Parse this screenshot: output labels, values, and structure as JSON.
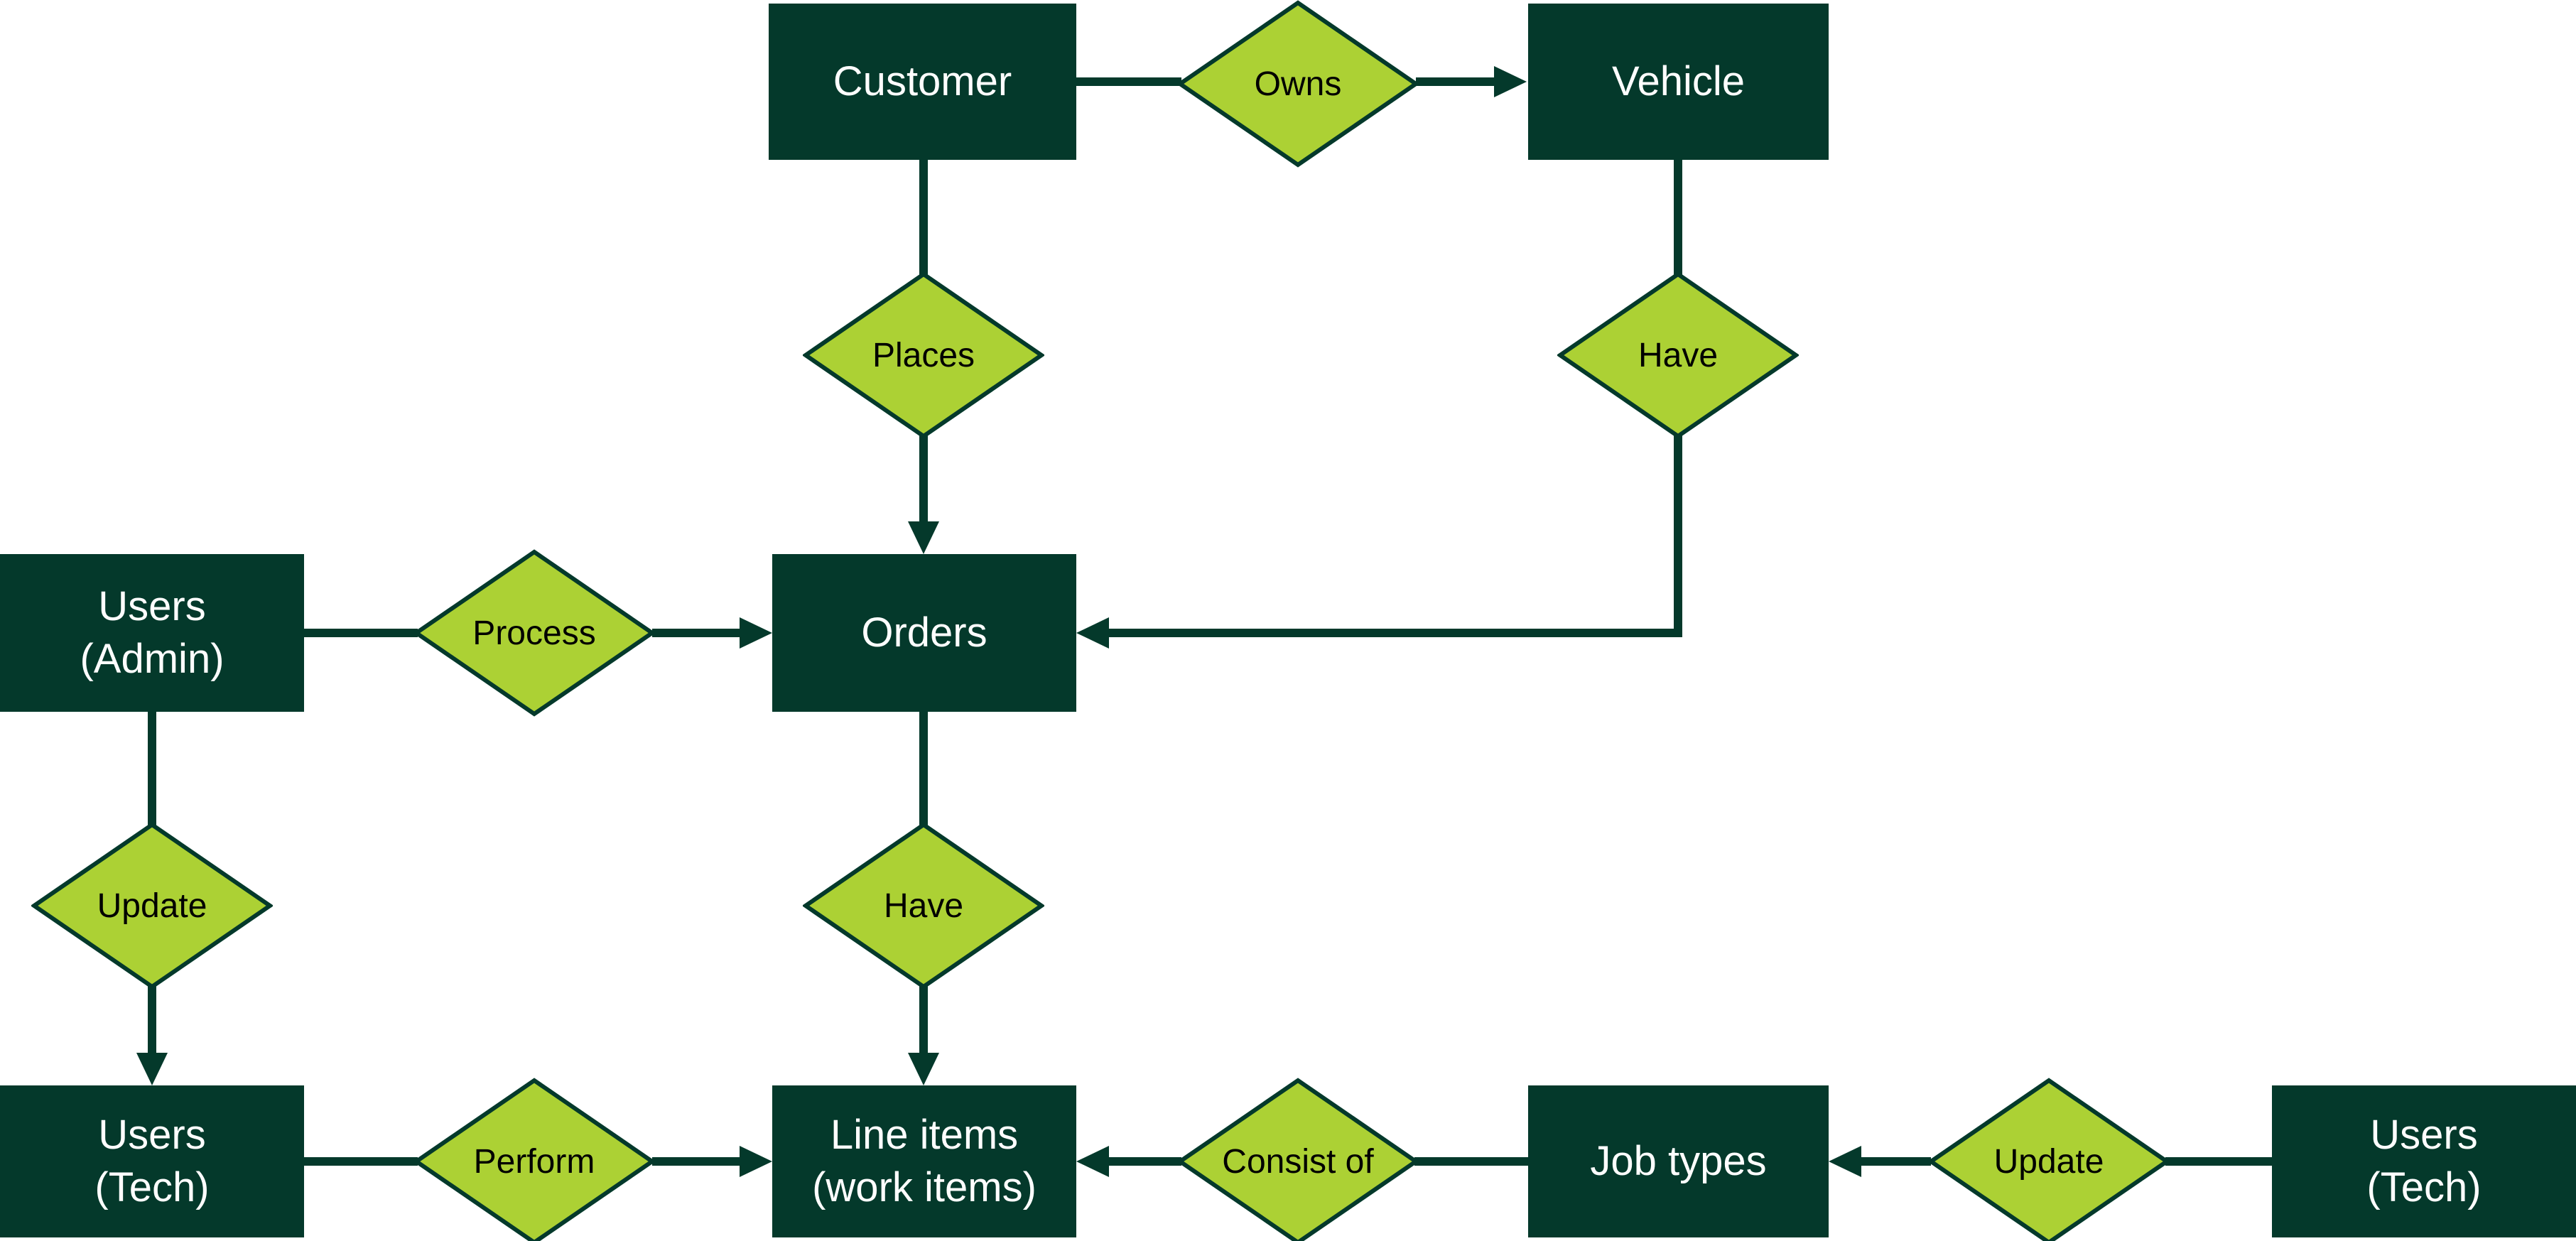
{
  "diagram": {
    "type": "entity-relationship",
    "colors": {
      "entity_fill": "#04392b",
      "entity_text": "#ffffff",
      "relation_fill": "#acd134",
      "relation_border": "#04392b",
      "connector": "#04392b",
      "background": "#ffffff"
    },
    "entities": {
      "customer": {
        "label": "Customer"
      },
      "vehicle": {
        "label": "Vehicle"
      },
      "users_admin": {
        "label": "Users\n(Admin)"
      },
      "orders": {
        "label": "Orders"
      },
      "users_tech_left": {
        "label": "Users\n(Tech)"
      },
      "line_items": {
        "label": "Line items\n(work items)"
      },
      "job_types": {
        "label": "Job types"
      },
      "users_tech_right": {
        "label": "Users\n(Tech)"
      }
    },
    "relationships": {
      "owns": {
        "label": "Owns"
      },
      "places": {
        "label": "Places"
      },
      "have_vehicle": {
        "label": "Have"
      },
      "process": {
        "label": "Process"
      },
      "update_admin": {
        "label": "Update"
      },
      "have_orders": {
        "label": "Have"
      },
      "perform": {
        "label": "Perform"
      },
      "consist_of": {
        "label": "Consist of"
      },
      "update_jobtypes": {
        "label": "Update"
      }
    },
    "edges": [
      {
        "from": "Customer",
        "relation": "Owns",
        "to": "Vehicle",
        "arrow_into": "Vehicle"
      },
      {
        "from": "Customer",
        "relation": "Places",
        "to": "Orders",
        "arrow_into": "Orders"
      },
      {
        "from": "Vehicle",
        "relation": "Have",
        "to": "Orders",
        "arrow_into": "Orders"
      },
      {
        "from": "Users (Admin)",
        "relation": "Process",
        "to": "Orders",
        "arrow_into": "Orders"
      },
      {
        "from": "Users (Admin)",
        "relation": "Update",
        "to": "Users (Tech)",
        "arrow_into": "Users (Tech)"
      },
      {
        "from": "Orders",
        "relation": "Have",
        "to": "Line items (work items)",
        "arrow_into": "Line items (work items)"
      },
      {
        "from": "Users (Tech)",
        "relation": "Perform",
        "to": "Line items (work items)",
        "arrow_into": "Line items (work items)"
      },
      {
        "from": "Job types",
        "relation": "Consist of",
        "to": "Line items (work items)",
        "arrow_into": "Line items (work items)"
      },
      {
        "from": "Users (Tech)",
        "relation": "Update",
        "to": "Job types",
        "arrow_into": "Job types"
      }
    ]
  }
}
